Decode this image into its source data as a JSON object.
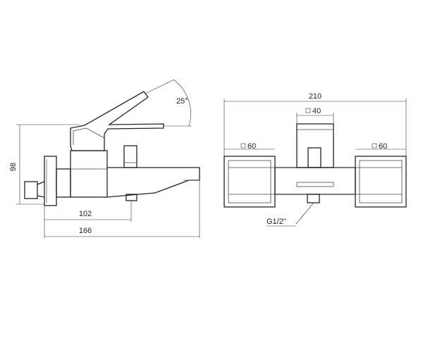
{
  "side_view": {
    "angle_label": "25°",
    "height_label": "98",
    "dim_mid_label": "102",
    "dim_total_label": "166"
  },
  "front_view": {
    "width_label": "210",
    "center_label": "40",
    "left_label": "60",
    "right_label": "60",
    "thread_label": "G1/2\""
  },
  "colors": {
    "ink": "#222222",
    "background": "#ffffff"
  },
  "icons": {
    "square_symbol": "square-icon"
  }
}
